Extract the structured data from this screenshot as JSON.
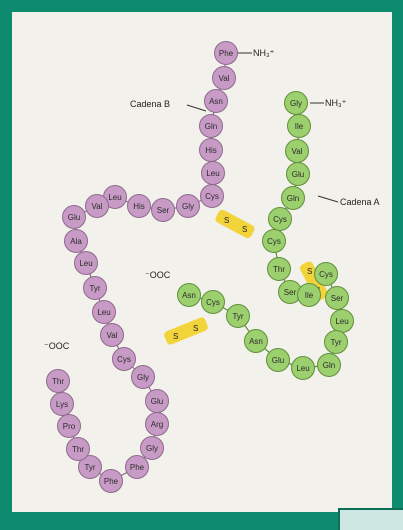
{
  "labels": {
    "chain_b": "Cadena B",
    "chain_a": "Cadena A",
    "nh3_b": "NH₃⁺",
    "nh3_a": "NH₃⁺",
    "cooh_b": "⁻OOC",
    "cooh_a": "⁻OOC",
    "s": "S"
  },
  "colors": {
    "chain_b": "#c79bc6",
    "chain_a": "#9ccf6e",
    "disulfide": "#f3d33a",
    "frame": "#0e8b6e"
  },
  "chain_b_residues": [
    "Phe",
    "Val",
    "Asn",
    "Gln",
    "His",
    "Leu",
    "Cys",
    "Gly",
    "Ser",
    "His",
    "Leu",
    "Val",
    "Glu",
    "Ala",
    "Leu",
    "Tyr",
    "Leu",
    "Val",
    "Cys",
    "Gly",
    "Glu",
    "Arg",
    "Gly",
    "Phe",
    "Phe",
    "Tyr",
    "Thr",
    "Pro",
    "Lys",
    "Thr"
  ],
  "chain_a_residues": [
    "Gly",
    "Ile",
    "Val",
    "Glu",
    "Gln",
    "Cys",
    "Cys",
    "Thr",
    "Ser",
    "Ile",
    "Cys",
    "Ser",
    "Leu",
    "Tyr",
    "Gln",
    "Leu",
    "Glu",
    "Asn",
    "Tyr",
    "Cys",
    "Asn"
  ]
}
